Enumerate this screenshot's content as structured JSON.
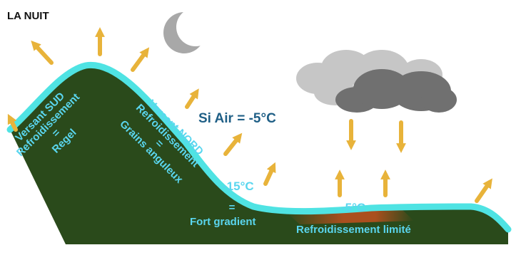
{
  "title": "LA NUIT",
  "labels": {
    "sud_line1": "Versant SUD",
    "sud_line2": "Refroidissement",
    "sud_line3": "=",
    "sud_line4": "Regel",
    "nord_line1": "Versant NORD",
    "nord_line2": "Refroidissement",
    "nord_line3": "=",
    "nord_line4": "Grains anguleux",
    "air": "Si Air = -5°C",
    "temp_valley": "-15°C",
    "equals_valley": "=",
    "gradient": "Fort gradient",
    "temp_plain": "-5°C",
    "plain_desc": "Refroidissement limité"
  },
  "colors": {
    "mountain": "#2a4a1b",
    "snow_edge": "#4fe3e3",
    "label_text": "#5ad6ef",
    "air_text": "#1f5f86",
    "arrow": "#e8b33a",
    "moon": "#a8a8a8",
    "cloud_light": "#c6c6c6",
    "cloud_dark": "#707070",
    "warm_ground": "#c0501e"
  },
  "icons": [
    "moon-icon",
    "cloud-icon",
    "arrow-up-icon",
    "arrow-down-icon"
  ]
}
